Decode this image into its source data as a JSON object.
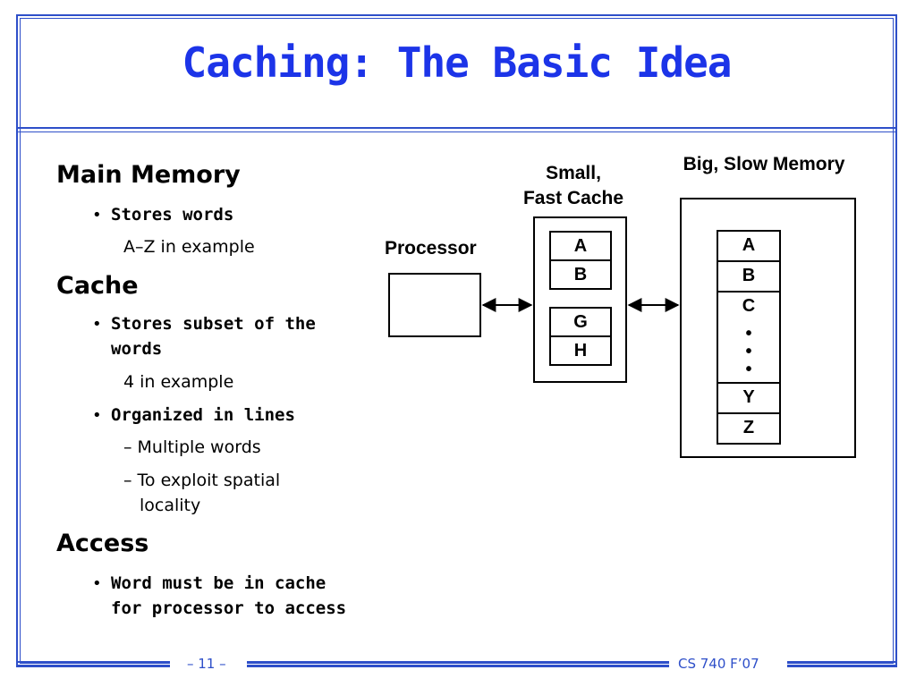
{
  "slide": {
    "title": "Caching: The Basic Idea",
    "footer_page": "– 11 –",
    "footer_course": "CS 740 F’07"
  },
  "left": {
    "main_memory": {
      "heading": "Main Memory",
      "bullet": "Stores words",
      "sub": "A–Z in example"
    },
    "cache": {
      "heading": "Cache",
      "bullet1_line1": "Stores subset of the",
      "bullet1_line2": "words",
      "sub1": "4 in example",
      "bullet2": "Organized in lines",
      "dash1": "– Multiple words",
      "dash2_line1": "– To exploit spatial",
      "dash2_line2": "locality"
    },
    "access": {
      "heading": "Access",
      "bullet_line1": "Word must be in cache",
      "bullet_line2": "for processor to access"
    }
  },
  "diagram": {
    "processor_label": "Processor",
    "cache_label_line1": "Small,",
    "cache_label_line2": "Fast Cache",
    "memory_label": "Big, Slow Memory",
    "cache_cells": [
      "A",
      "B",
      "G",
      "H"
    ],
    "memory_cells": [
      "A",
      "B",
      "C",
      "•",
      "•",
      "•",
      "Y",
      "Z"
    ]
  }
}
